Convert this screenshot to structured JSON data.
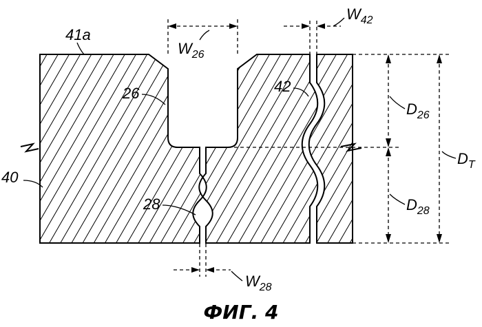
{
  "figure": {
    "caption": "ФИГ. 4",
    "labels": {
      "surface": "41a",
      "body": "40",
      "groove": "26",
      "narrow_slot": "28",
      "deep_slot": "42"
    },
    "dimensions": {
      "w26": {
        "main": "W",
        "sub": "26"
      },
      "w42": {
        "main": "W",
        "sub": "42"
      },
      "w28": {
        "main": "W",
        "sub": "28"
      },
      "d26": {
        "main": "D",
        "sub": "26"
      },
      "d28": {
        "main": "D",
        "sub": "28"
      },
      "dt": {
        "main": "D",
        "sub": "T"
      }
    }
  }
}
